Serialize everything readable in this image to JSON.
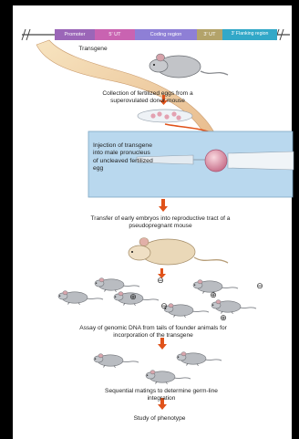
{
  "gene_construct": {
    "segments": [
      {
        "label": "Promoter",
        "color": "#9b66b8"
      },
      {
        "label": "5' UT",
        "color": "#c963b1"
      },
      {
        "label": "Coding region",
        "color": "#8e7fd6"
      },
      {
        "label": "3' UT",
        "color": "#b3a36a"
      },
      {
        "label": "3' Flanking region",
        "color": "#32a8c8"
      }
    ]
  },
  "labels": {
    "transgene": "Transgene",
    "collection": "Collection of fertilized eggs from a superovulated donor mouse",
    "injection": "Injection of transgene into male pronucleus of uncleaved fertilized egg",
    "transfer": "Transfer of early embryos into reproductive tract of a pseudopregnant mouse",
    "assay": "Assay of genomic DNA from tails of founder animals for incorporation of the transgene",
    "matings": "Sequential matings to determine germ-line integration",
    "phenotype": "Study of phenotype"
  },
  "symbols": {
    "minus": "⊖",
    "plus": "⊕"
  },
  "colors": {
    "arrow": "#e0521a",
    "inset_bg": "#b9d8ee",
    "pipette_fill": "#e8ecf0",
    "mouse_gray": "#b9bcc1",
    "mouse_tan": "#ead8b8"
  }
}
